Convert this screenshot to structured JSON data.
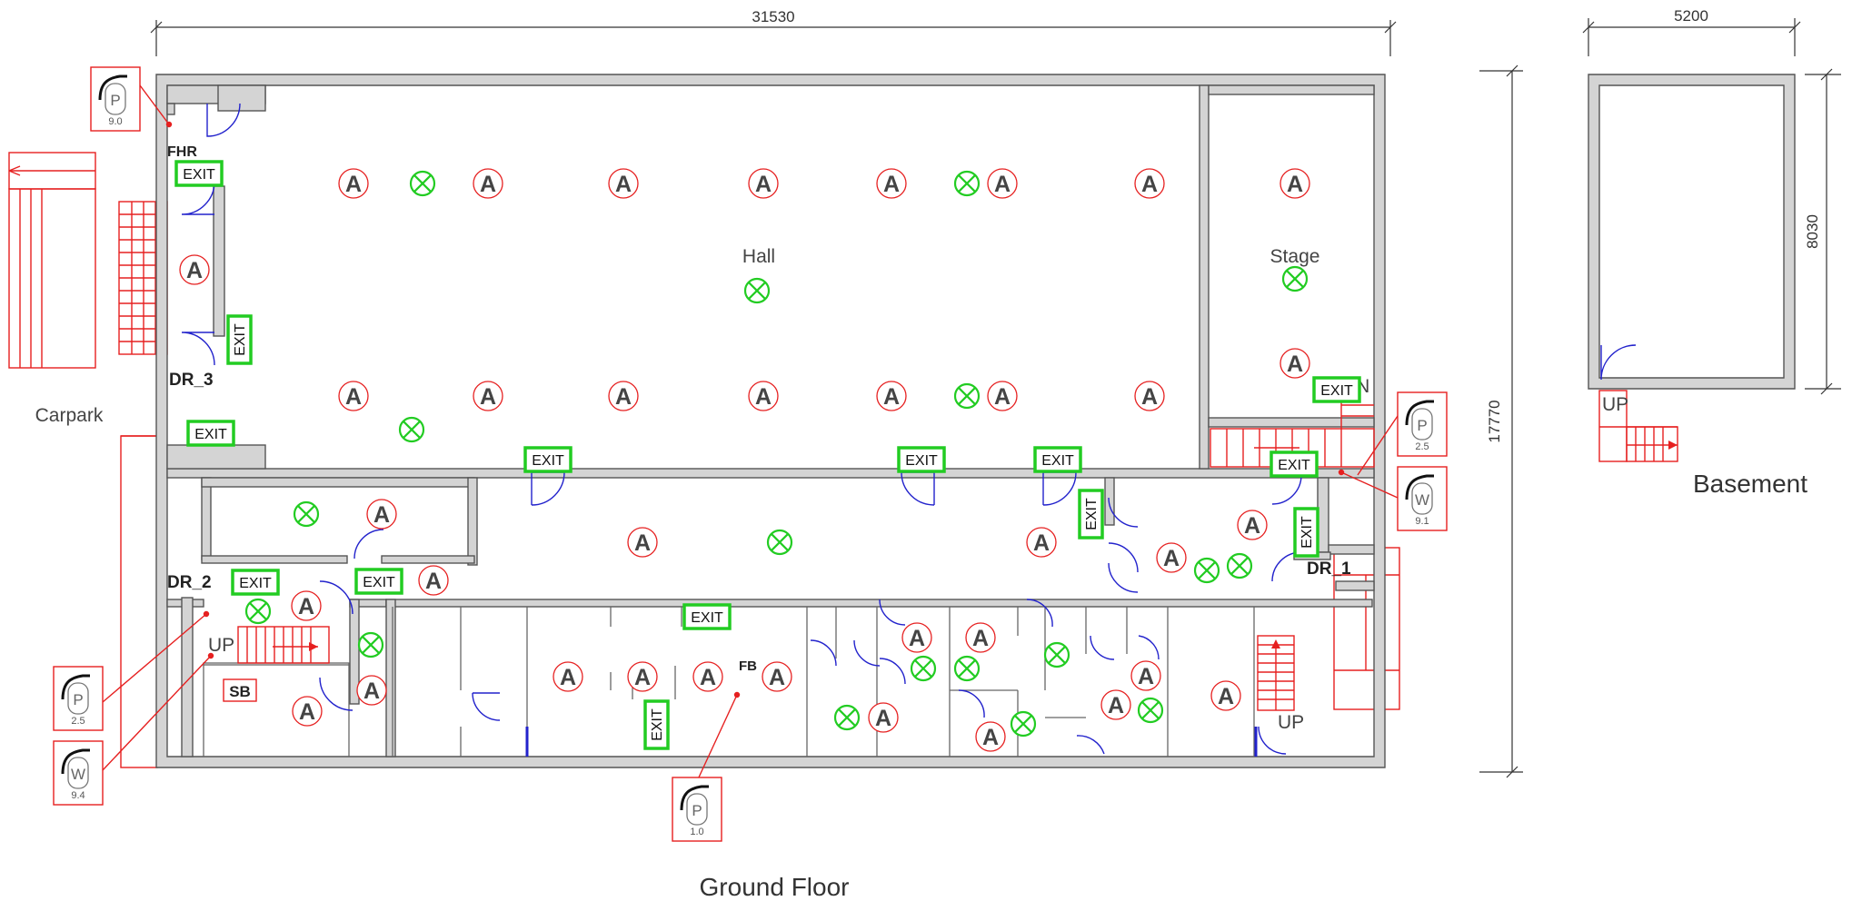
{
  "dimensions": {
    "ground_width": "31530",
    "ground_height": "17770",
    "basement_width": "5200",
    "basement_height": "8030"
  },
  "floor_titles": {
    "ground": "Ground Floor",
    "basement": "Basement"
  },
  "rooms": {
    "hall": "Hall",
    "stage": "Stage",
    "carpark": "Carpark"
  },
  "labels": {
    "fhr": "FHR",
    "dr1": "DR_1",
    "dr2": "DR_2",
    "dr3": "DR_3",
    "sb": "SB",
    "fb": "FB",
    "dn": "DN",
    "up": "UP"
  },
  "exit_sign_text": "EXIT",
  "alarm_symbol_text": "A",
  "extinguishers": [
    {
      "type": "P",
      "rating": "9.0"
    },
    {
      "type": "P",
      "rating": "2.5"
    },
    {
      "type": "W",
      "rating": "9.1"
    },
    {
      "type": "P",
      "rating": "2.5"
    },
    {
      "type": "W",
      "rating": "9.4"
    },
    {
      "type": "P",
      "rating": "1.0"
    }
  ],
  "colors": {
    "wall_fill": "#d4d4d4",
    "door": "#2222cc",
    "fire_equipment": "#e62020",
    "exit_sign": "#22cc22",
    "emergency_light": "#22cc22"
  }
}
